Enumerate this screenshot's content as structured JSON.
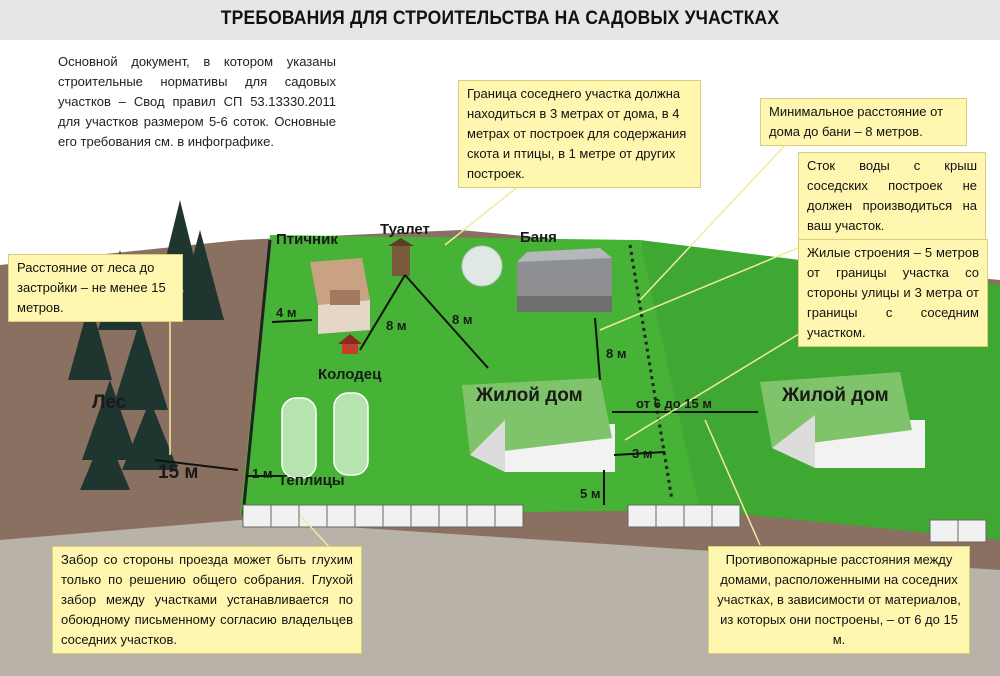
{
  "title": "ТРЕБОВАНИЯ ДЛЯ СТРОИТЕЛЬСТВА НА САДОВЫХ УЧАСТКАХ",
  "intro": "Основной документ, в котором указаны строительные нормативы для садовых участков – Свод правил СП 53.13330.2011 для участков размером 5-6 соток. Основные его требования см. в инфографике.",
  "notes": {
    "neighbor_border": "Граница соседнего участка должна находиться в 3 метрах от дома, в 4 метрах от построек для содержания скота и птицы, в 1 метре от других построек.",
    "bath_distance": "Минимальное расстояние от дома до бани – 8 метров.",
    "roof_water": "Сток воды с крыш соседских построек не должен производиться на ваш участок.",
    "residential": "Жилые строения – 5 метров от границы участка со стороны улицы и 3 метра от границы с соседним участком.",
    "forest": "Расстояние от леса до застройки – не менее 15 метров.",
    "fence": "Забор со стороны проезда может быть глухим только по решению общего собрания. Глухой забор между участками устанавливается по обоюдному письменному согласию владельцев соседних участков.",
    "fire": "Противопожарные расстояния между домами, расположенными на соседних участках, в зависимости от материалов, из которых они построены, – от 6 до 15 м."
  },
  "labels": {
    "forest": "Лес",
    "poultry": "Птичник",
    "toilet": "Туалет",
    "bath": "Баня",
    "well": "Колодец",
    "greenhouses": "Теплицы",
    "house_main": "Жилой дом",
    "house_neighbor": "Жилой дом"
  },
  "distances": {
    "forest": "15 м",
    "poultry": "4 м",
    "toilet_well": "8 м",
    "toilet_house": "8 м",
    "bath_house": "8 м",
    "greenhouse": "1 м",
    "house_fire": "от 6 до 15 м",
    "house_side": "3 м",
    "house_street": "5 м"
  },
  "colors": {
    "grass": "#46b336",
    "grass_dark": "#3a9c2c",
    "ground": "#8a7060",
    "road": "#b9b2a8",
    "note_bg": "#fff7b0",
    "tree": "#1f3530",
    "roof_green": "#7fc46a",
    "house_wall": "#f2f2f2"
  }
}
